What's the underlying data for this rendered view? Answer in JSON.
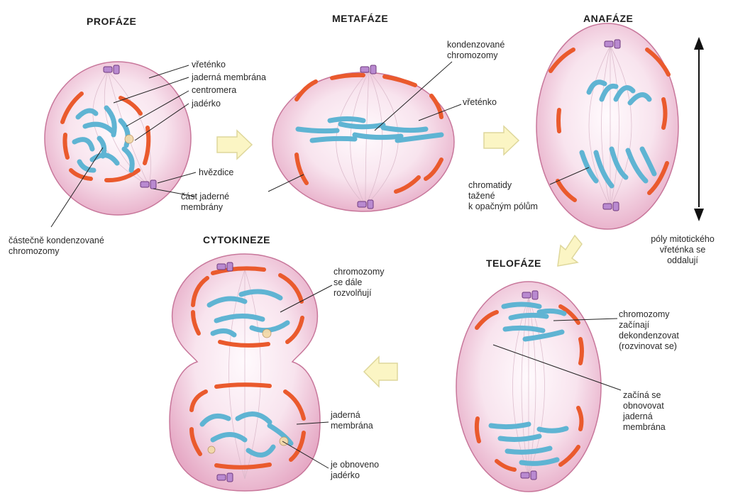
{
  "phases": {
    "prophase": "PROFÁZE",
    "metaphase": "METAFÁZE",
    "anaphase": "ANAFÁZE",
    "telophase": "TELOFÁZE",
    "cytokinesis": "CYTOKINEZE"
  },
  "labels": {
    "spindle_1": "vřeténko",
    "nuclear_membrane_1": "jaderná membrána",
    "centromere": "centromera",
    "nucleolus_1": "jadérko",
    "aster": "hvězdice",
    "membrane_part": "část jaderné\nmembrány",
    "partially_condensed": "částečně kondenzované\nchromozomy",
    "condensed": "kondenzované\nchromozomy",
    "spindle_2": "vřeténko",
    "chromatids": "chromatidy\ntažené\nk opačným pólům",
    "poles_separate": "póly mitotického\nvřeténka se\noddalují",
    "chrom_unwind": "chromozomy\nse dále\nrozvolňují",
    "chrom_decondense": "chromozomy\nzačínají\ndekondenzovat\n(rozvinovat se)",
    "membrane_renew": "začíná se\nobnovovat\njaderná\nmembrána",
    "nuclear_membrane_2": "jaderná\nmembrána",
    "nucleolus_renewed": "je obnoveno\njadérko"
  },
  "colors": {
    "cell_fill": "#f6d9e5",
    "cell_edge": "#c8779b",
    "membrane": "#ea5a2d",
    "chromosome": "#5fb4d3",
    "centriole": "#8c4f95",
    "arrow_fill": "#fbf5c4",
    "arrow_edge": "#ded79b"
  }
}
